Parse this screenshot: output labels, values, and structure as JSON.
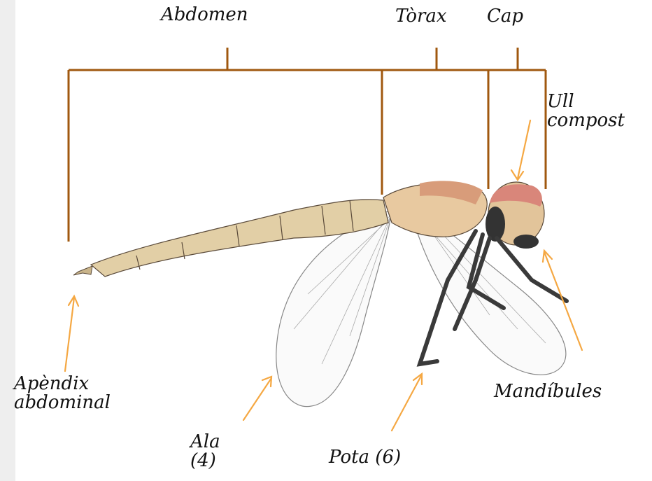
{
  "labels": {
    "abdomen": "Abdomen",
    "torax": "Tòrax",
    "cap": "Cap",
    "ull_line1": "Ull",
    "ull_line2": "compost",
    "apendix_line1": "Apèndix",
    "apendix_line2": "abdominal",
    "ala_line1": "Ala",
    "ala_line2": "(4)",
    "pota": "Pota (6)",
    "mandibules": "Mandíbules"
  },
  "colors": {
    "bracket": "#a0580f",
    "arrow": "#f5a843",
    "body": "#e2cfa6",
    "head": "#dca98a",
    "wing": "#888888",
    "leg": "#3a3a3a"
  }
}
